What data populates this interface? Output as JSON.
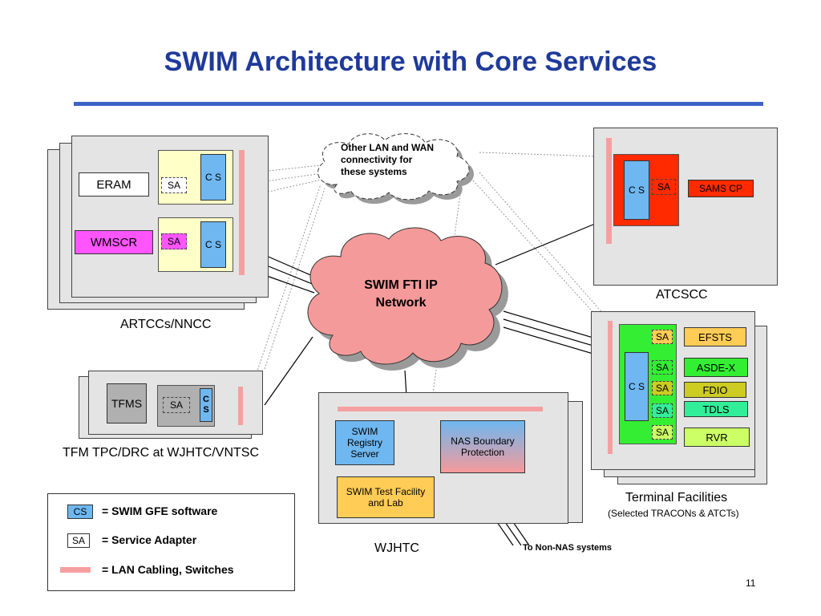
{
  "title": "SWIM Architecture with Core Services",
  "cloud_other": "Other LAN and WAN connectivity for these systems",
  "cloud_fti": [
    "SWIM FTI IP",
    "Network"
  ],
  "artcc": {
    "label": "ARTCCs/NNCC",
    "eram": "ERAM",
    "wmscr": "WMSCR",
    "sa": "SA",
    "cs": "C S"
  },
  "atcscc": {
    "label": "ATCSCC",
    "cs": "C S",
    "sa": "SA",
    "sams": "SAMS CP"
  },
  "tfm": {
    "label": "TFM TPC/DRC at WJHTC/VNTSC",
    "tfms": "TFMS",
    "sa": "SA",
    "cs": "C S"
  },
  "wjhtc": {
    "label": "WJHTC",
    "registry": "SWIM Registry Server",
    "nas": "NAS Boundary Protection",
    "test": "SWIM Test Facility and Lab",
    "non_nas": "To Non-NAS systems"
  },
  "terminal": {
    "label": "Terminal Facilities",
    "sublabel": "(Selected TRACONs & ATCTs)",
    "cs": "C S",
    "sa": "SA",
    "systems": [
      "EFSTS",
      "ASDE-X",
      "FDIO",
      "TDLS",
      "RVR"
    ]
  },
  "legend": {
    "cs_key": "CS",
    "cs_text": "= SWIM GFE software",
    "sa_key": "SA",
    "sa_text": "= Service Adapter",
    "lan_text": "= LAN Cabling, Switches"
  },
  "page_number": "11",
  "colors": {
    "title": "#1f3a9a",
    "cs": "#6fb7f0",
    "lan": "#f5a0a0",
    "fti_cloud": "#f59a9a",
    "sams": "#ff2a00",
    "terminal_green": "#33ee33"
  }
}
